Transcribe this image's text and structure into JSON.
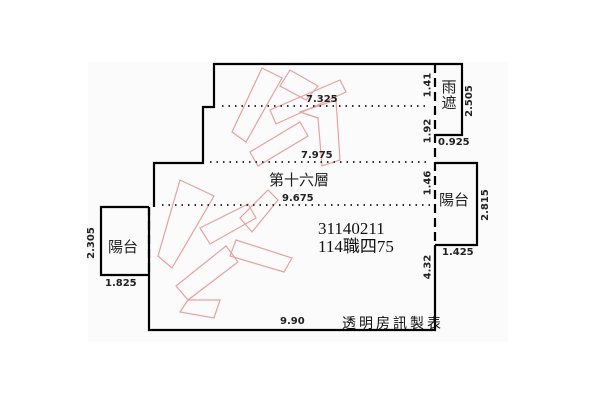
{
  "floor_label": "第十六層",
  "reference": {
    "line1": "31140211",
    "line2": "114職四75"
  },
  "footer": "透明房訊製表",
  "rooms": {
    "rain_shelter": "雨遮",
    "balcony_right": "陽台",
    "balcony_left": "陽台"
  },
  "dimensions": {
    "top_width": "7.325",
    "middle_width": "7.975",
    "lower_width": "9.675",
    "bottom_width": "9.90",
    "right_seg_1": "1.41",
    "right_seg_2": "1.92",
    "right_seg_3": "1.46",
    "right_seg_4": "4.32",
    "rain_shelter_height": "2.505",
    "rain_shelter_depth": "0.925",
    "balcony_right_height": "2.815",
    "balcony_right_depth": "1.425",
    "balcony_left_height": "2.305",
    "balcony_left_depth": "1.825"
  },
  "colors": {
    "wall": "#000000",
    "watermark": "#e07070",
    "dim_text": "#222222"
  }
}
